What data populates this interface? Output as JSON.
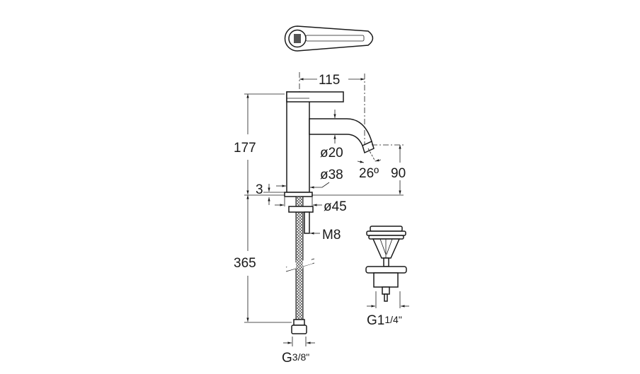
{
  "drawing": {
    "dimensions": {
      "spout_reach": "115",
      "body_height": "177",
      "spout_diameter": "ø20",
      "body_diameter": "ø38",
      "spout_angle": "26º",
      "spout_height": "90",
      "base_thickness": "3",
      "base_diameter": "ø45",
      "stud_thread": "M8",
      "hose_length": "365",
      "hose_connection_main": "G",
      "hose_connection_frac": "3/8\"",
      "waste_connection_main": "G1",
      "waste_connection_frac": "1/4\""
    }
  }
}
